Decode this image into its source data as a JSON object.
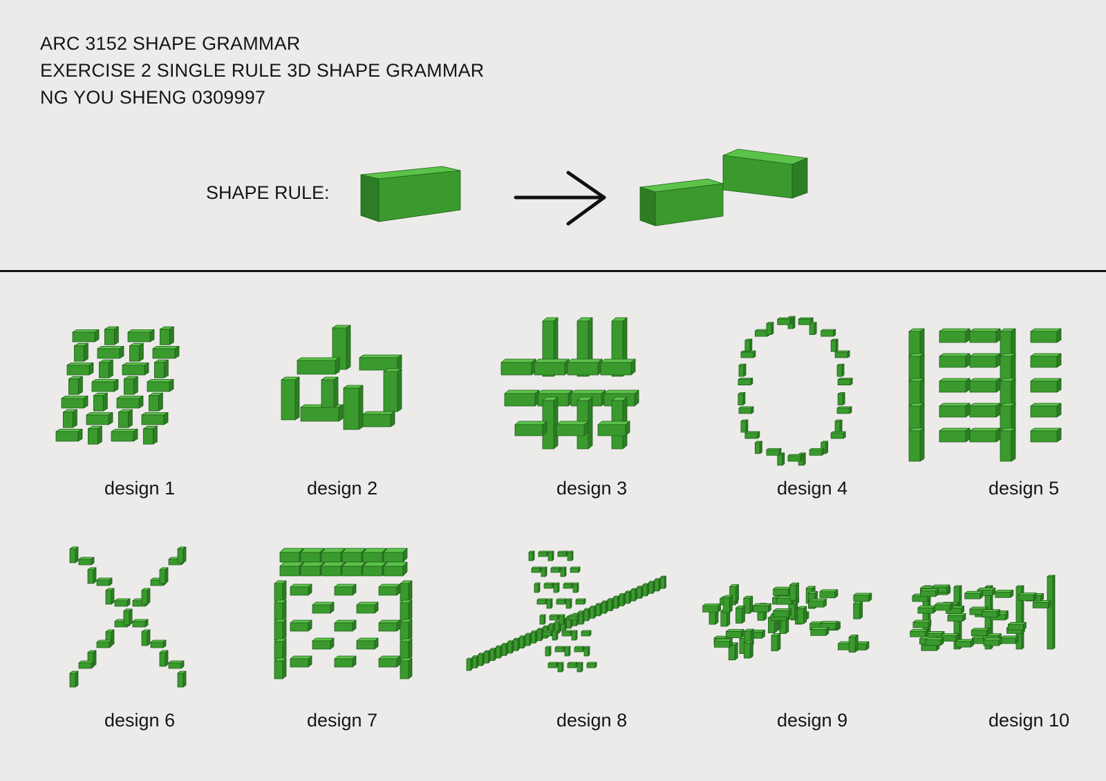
{
  "header": {
    "lines": [
      "ARC 3152 SHAPE GRAMMAR",
      "EXERCISE 2 SINGLE RULE 3D SHAPE GRAMMAR",
      "NG YOU SHENG 0309997"
    ]
  },
  "rule": {
    "label": "SHAPE RULE:"
  },
  "colors": {
    "background": "#ecebea",
    "block_front": "#3a9a2e",
    "block_top": "#5cc24a",
    "block_side": "#2c7d23",
    "block_edge": "#1f5e18",
    "ink": "#111111"
  },
  "designs": [
    {
      "caption": "design 1"
    },
    {
      "caption": "design 2"
    },
    {
      "caption": "design 3"
    },
    {
      "caption": "design 4"
    },
    {
      "caption": "design 5"
    },
    {
      "caption": "design 6"
    },
    {
      "caption": "design 7"
    },
    {
      "caption": "design 8"
    },
    {
      "caption": "design 9"
    },
    {
      "caption": "design 10"
    }
  ]
}
